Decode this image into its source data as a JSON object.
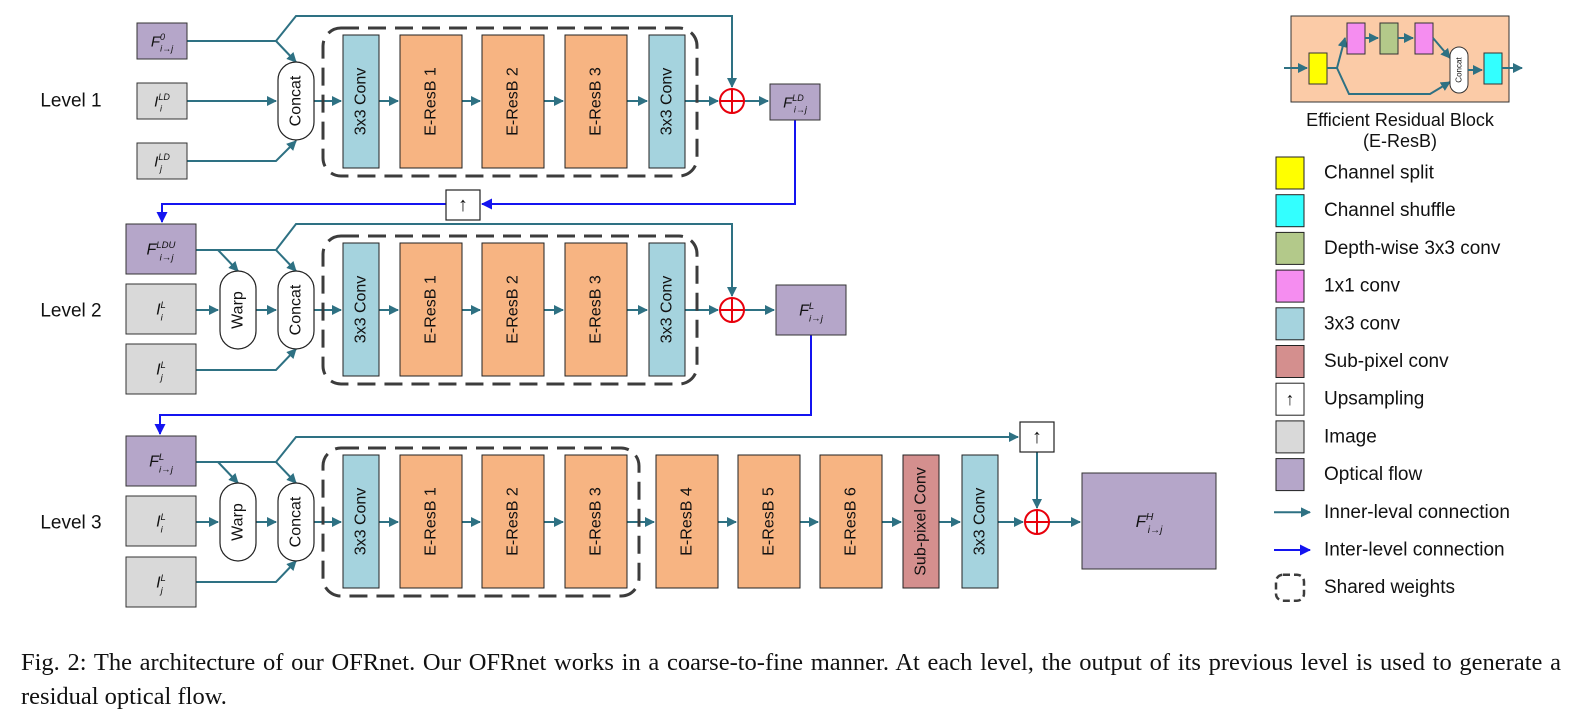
{
  "colors": {
    "conv3x3": "#a5d3de",
    "eresb": "#f7b482",
    "subpixel": "#d48f8e",
    "image": "#d9d9d9",
    "flow": "#b5a6c9",
    "inner_arrow": "#2e7183",
    "inter_arrow": "#1414f0",
    "sum": "#e8000c",
    "channel_split": "#ffff00",
    "channel_shuffle": "#33ffff",
    "depthwise": "#b3c98a",
    "conv1x1": "#f58df0",
    "eresb_panel": "#fbcba7"
  },
  "levels": [
    {
      "label": "Level 1",
      "inputs": [
        {
          "base": "F",
          "sup": "0",
          "sub": "i→j",
          "kind": "flow"
        },
        {
          "base": "I",
          "sup": "LD",
          "sub": "i",
          "kind": "image"
        },
        {
          "base": "I",
          "sup": "LD",
          "sub": "j",
          "kind": "image"
        }
      ],
      "output": {
        "base": "F",
        "sup": "LD",
        "sub": "i→j"
      }
    },
    {
      "label": "Level 2",
      "inputs": [
        {
          "base": "F",
          "sup": "LDU",
          "sub": "i→j",
          "kind": "flow"
        },
        {
          "base": "I",
          "sup": "L",
          "sub": "i",
          "kind": "image"
        },
        {
          "base": "I",
          "sup": "L",
          "sub": "j",
          "kind": "image"
        }
      ],
      "output": {
        "base": "F",
        "sup": "L",
        "sub": "i→j"
      }
    },
    {
      "label": "Level 3",
      "inputs": [
        {
          "base": "F",
          "sup": "L",
          "sub": "i→j",
          "kind": "flow"
        },
        {
          "base": "I",
          "sup": "L",
          "sub": "i",
          "kind": "image"
        },
        {
          "base": "I",
          "sup": "L",
          "sub": "j",
          "kind": "image"
        }
      ],
      "output": {
        "base": "F",
        "sup": "H",
        "sub": "i→j"
      }
    }
  ],
  "block_labels": {
    "concat": "Concat",
    "warp": "Warp",
    "conv3x3": "3x3 Conv",
    "eresb": [
      "E-ResB 1",
      "E-ResB 2",
      "E-ResB 3",
      "E-ResB 4",
      "E-ResB 5",
      "E-ResB 6"
    ],
    "subpixel": "Sub-pixel Conv",
    "upsample": "↑",
    "inset_concat": "Concat"
  },
  "legend": {
    "title_line1": "Efficient Residual Block",
    "title_line2": "(E-ResB)",
    "items": [
      {
        "label": "Channel split",
        "swatch": "channel_split"
      },
      {
        "label": "Channel shuffle",
        "swatch": "channel_shuffle"
      },
      {
        "label": "Depth-wise 3x3 conv",
        "swatch": "depthwise"
      },
      {
        "label": "1x1 conv",
        "swatch": "conv1x1"
      },
      {
        "label": "3x3 conv",
        "swatch": "conv3x3"
      },
      {
        "label": "Sub-pixel conv",
        "swatch": "subpixel"
      },
      {
        "label": "Upsampling",
        "swatch": "upsample"
      },
      {
        "label": "Image",
        "swatch": "image"
      },
      {
        "label": "Optical flow",
        "swatch": "flow"
      },
      {
        "label": "Inner-leval connection",
        "swatch": "inner_arrow"
      },
      {
        "label": "Inter-level connection",
        "swatch": "inter_arrow"
      },
      {
        "label": "Shared weights",
        "swatch": "shared"
      }
    ]
  },
  "caption": "Fig. 2: The architecture of our OFRnet. Our OFRnet works in a coarse-to-fine manner. At each level, the output of its previous level is used to generate a residual optical flow."
}
